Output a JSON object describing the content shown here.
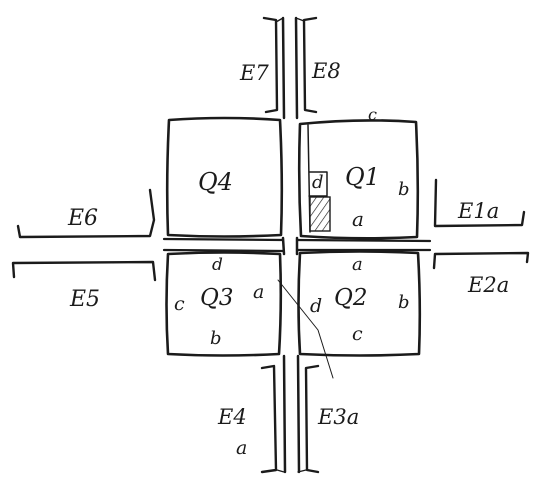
{
  "quadrants": {
    "q1": {
      "label": "Q1",
      "top": "c",
      "right": "b",
      "bottom": "a",
      "left": "d"
    },
    "q2": {
      "label": "Q2",
      "top": "a",
      "right": "b",
      "bottom": "c",
      "left": "d"
    },
    "q3": {
      "label": "Q3",
      "top": "d",
      "right": "a",
      "bottom": "b",
      "left": "c"
    },
    "q4": {
      "label": "Q4"
    }
  },
  "spaces": {
    "e1": {
      "label": "E1a"
    },
    "e2": {
      "label": "E2a"
    },
    "e3": {
      "label": "E3a"
    },
    "e4": {
      "label": "E4",
      "side": "a"
    },
    "e5": {
      "label": "E5"
    },
    "e6": {
      "label": "E6"
    },
    "e7": {
      "label": "E7"
    },
    "e8": {
      "label": "E8"
    }
  }
}
